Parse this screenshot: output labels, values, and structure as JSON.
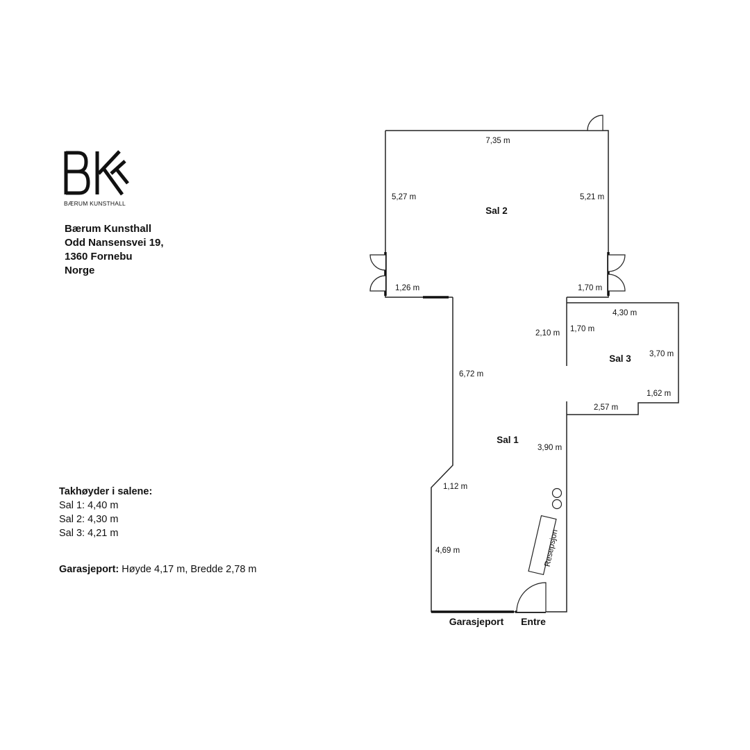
{
  "logo": {
    "letters": "BKK",
    "subtitle": "BÆRUM KUNSTHALL"
  },
  "address": {
    "lines": [
      "Bærum Kunsthall",
      "Odd Nansensvei 19,",
      "1360 Fornebu",
      "Norge"
    ]
  },
  "ceiling_heights": {
    "heading": "Takhøyder i salene:",
    "rows": [
      "Sal 1:  4,40 m",
      "Sal 2:  4,30 m",
      "Sal 3: 4,21 m"
    ]
  },
  "garage_door": {
    "label": "Garasjeport:",
    "value": " Høyde 4,17 m, Bredde 2,78 m"
  },
  "floor_plan": {
    "rooms": {
      "sal1": "Sal 1",
      "sal2": "Sal 2",
      "sal3": "Sal 3"
    },
    "dimensions": {
      "sal2_top": "7,35 m",
      "sal2_left": "5,27 m",
      "sal2_right": "5,21 m",
      "sal2_bottom_left": "1,26 m",
      "sal2_bottom_right": "1,70 m",
      "sal3_top": "4,30 m",
      "sal3_left_outer": "2,10 m",
      "sal3_left_inner": "1,70 m",
      "sal3_right": "3,70 m",
      "sal3_lower_right": "1,62 m",
      "sal3_bottom": "2,57 m",
      "sal1_left": "6,72 m",
      "sal1_right": "3,90 m",
      "sal1_diagonal": "1,12 m",
      "sal1_lower_left": "4,69 m"
    },
    "labels": {
      "reception": "Resepsjon",
      "garage": "Garasjeport",
      "entrance": "Entre"
    }
  }
}
